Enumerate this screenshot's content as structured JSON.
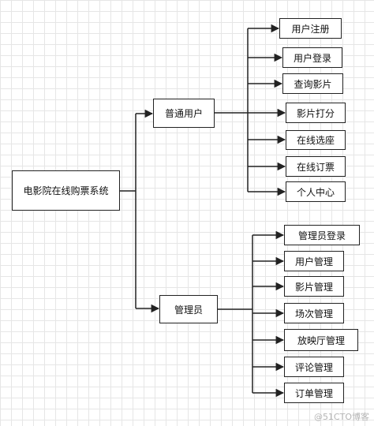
{
  "diagram": {
    "root": "电影院在线购票系统",
    "branches": [
      {
        "label": "普通用户",
        "children": [
          "用户注册",
          "用户登录",
          "查询影片",
          "影片打分",
          "在线选座",
          "在线订票",
          "个人中心"
        ]
      },
      {
        "label": "管理员",
        "children": [
          "管理员登录",
          "用户管理",
          "影片管理",
          "场次管理",
          "放映厅管理",
          "评论管理",
          "订单管理"
        ]
      }
    ]
  },
  "watermark": "@51CTO博客",
  "colors": {
    "line": "#222222",
    "border": "#222222",
    "grid": "#e6e6e6"
  }
}
